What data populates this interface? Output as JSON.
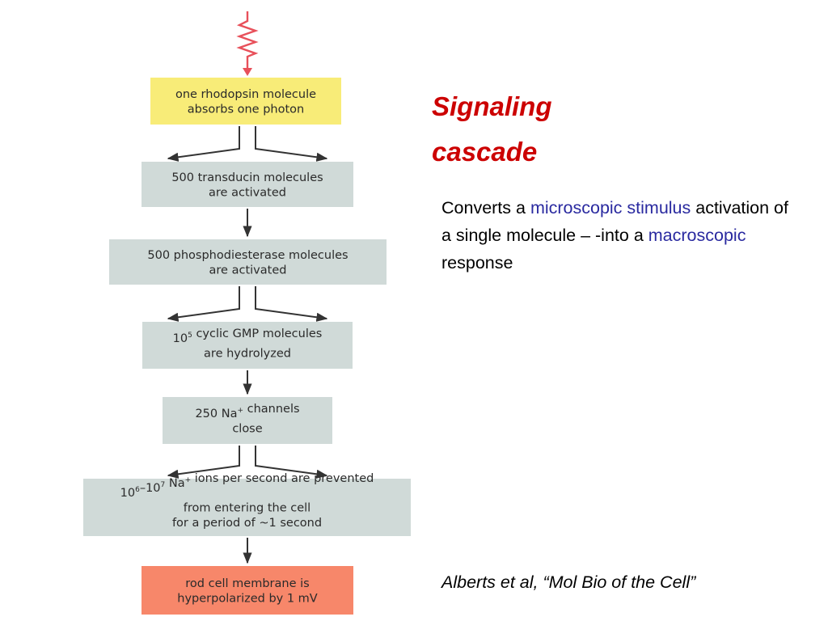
{
  "diagram": {
    "boxes": [
      {
        "lines": [
          [
            {
              "t": "one rhodopsin molecule"
            }
          ],
          [
            {
              "t": "absorbs one photon"
            }
          ]
        ],
        "fill": "#f8ec78"
      },
      {
        "lines": [
          [
            {
              "t": "500 transducin molecules"
            }
          ],
          [
            {
              "t": "are activated"
            }
          ]
        ],
        "fill": "#d0dad8"
      },
      {
        "lines": [
          [
            {
              "t": "500 phosphodiesterase molecules"
            }
          ],
          [
            {
              "t": "are activated"
            }
          ]
        ],
        "fill": "#d0dad8"
      },
      {
        "lines": [
          [
            {
              "t": "10"
            },
            {
              "t": "5",
              "sup": true
            },
            {
              "t": " cyclic GMP molecules"
            }
          ],
          [
            {
              "t": "are hydrolyzed"
            }
          ]
        ],
        "fill": "#d0dad8"
      },
      {
        "lines": [
          [
            {
              "t": "250 Na"
            },
            {
              "t": "+",
              "sup": true
            },
            {
              "t": " channels"
            }
          ],
          [
            {
              "t": "close"
            }
          ]
        ],
        "fill": "#d0dad8"
      },
      {
        "lines": [
          [
            {
              "t": "10"
            },
            {
              "t": "6",
              "sup": true
            },
            {
              "t": "–10"
            },
            {
              "t": "7",
              "sup": true
            },
            {
              "t": " Na"
            },
            {
              "t": "+",
              "sup": true
            },
            {
              "t": " ions per second are prevented"
            }
          ],
          [
            {
              "t": "from entering the cell"
            }
          ],
          [
            {
              "t": "for a period of ~1 second"
            }
          ]
        ],
        "fill": "#d0dad8"
      },
      {
        "lines": [
          [
            {
              "t": "rod cell membrane is"
            }
          ],
          [
            {
              "t": "hyperpolarized by 1 mV"
            }
          ]
        ],
        "fill": "#f7876a"
      }
    ],
    "photon_color": "#e8505a",
    "arrow_color": "#333333",
    "arrows_between": [
      "branched",
      "single",
      "branched",
      "single",
      "branched",
      "single"
    ]
  },
  "title": {
    "line1": "Signaling",
    "line2": "cascade",
    "color": "#cc0000"
  },
  "description": {
    "part1": "Converts a ",
    "highlight1": "microscopic stimulus",
    "part2": " activation of a single molecule – -into a ",
    "highlight2": "macroscopic",
    "part3": " response",
    "highlight_color": "#2a2aa0"
  },
  "citation": "Alberts et al, “Mol Bio of the Cell”"
}
